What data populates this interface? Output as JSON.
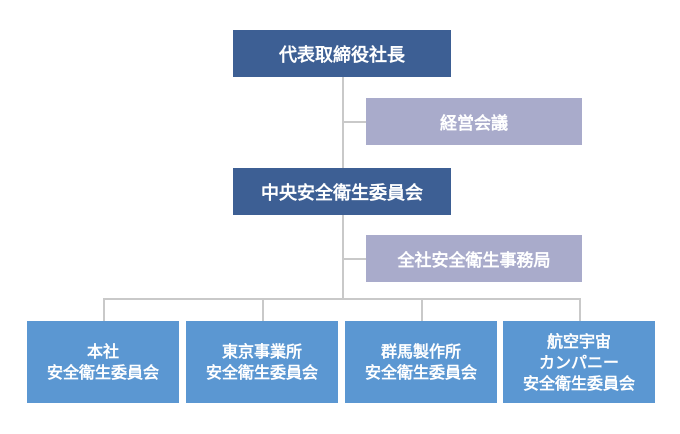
{
  "org_chart": {
    "top": "代表取締役社長",
    "management_meeting": "経営会議",
    "central_committee": "中央安全衛生委員会",
    "secretariat": "全社安全衛生事務局",
    "sites": [
      {
        "line1": "本社",
        "line2": "安全衛生委員会",
        "line3": ""
      },
      {
        "line1": "東京事業所",
        "line2": "安全衛生委員会",
        "line3": ""
      },
      {
        "line1": "群馬製作所",
        "line2": "安全衛生委員会",
        "line3": ""
      },
      {
        "line1": "航空宇宙",
        "line2": "カンパニー",
        "line3": "安全衛生委員会"
      }
    ]
  }
}
